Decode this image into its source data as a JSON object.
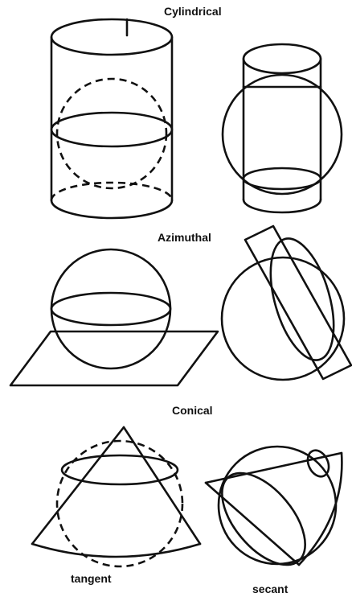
{
  "labels": {
    "cylindrical": "Cylindrical",
    "azimuthal": "Azimuthal",
    "conical": "Conical",
    "tangent": "tangent",
    "secant": "secant"
  },
  "colors": {
    "ink": "#111111",
    "background": "#ffffff"
  }
}
